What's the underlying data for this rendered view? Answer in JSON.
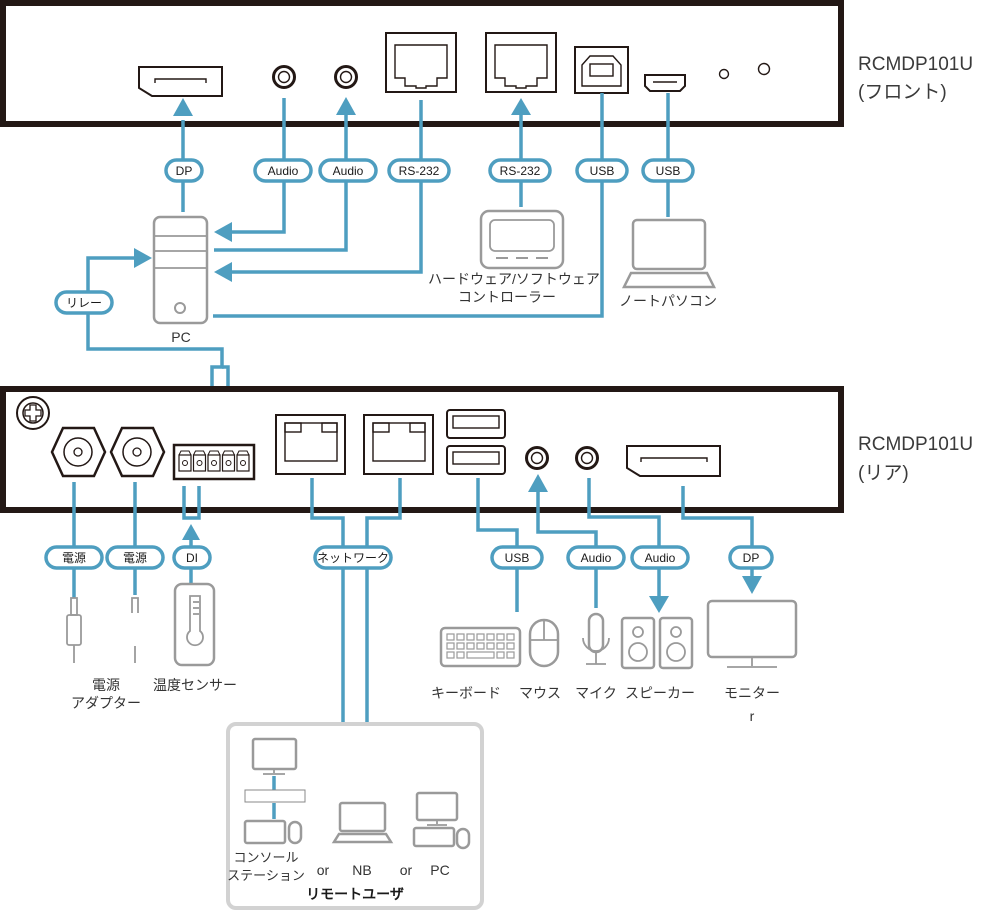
{
  "front_panel": {
    "model": "RCMDP101U",
    "side": "(フロント)",
    "ports": [
      "DisplayPort",
      "Audio",
      "Audio",
      "RS-232 RJ45",
      "RS-232 RJ45",
      "USB Type-B",
      "Micro USB",
      "LED",
      "LED"
    ]
  },
  "rear_panel": {
    "model": "RCMDP101U",
    "side": "(リア)",
    "ports": [
      "Ground",
      "Power",
      "Power",
      "Terminal block",
      "LAN",
      "LAN",
      "USB Type-A x2",
      "Audio",
      "Audio",
      "DisplayPort"
    ]
  },
  "front_links": {
    "dp": "DP",
    "audio_out": "Audio",
    "audio_in": "Audio",
    "rs232_pc": "RS-232",
    "rs232_ctrl": "RS-232",
    "usb_pc": "USB",
    "usb_nb": "USB",
    "relay": "リレー"
  },
  "front_devices": {
    "pc": "PC",
    "controller_line1": "ハードウェア/ソフトウェア",
    "controller_line2": "コントローラー",
    "notebook": "ノートパソコン"
  },
  "rear_links": {
    "power1": "電源",
    "power2": "電源",
    "di": "DI",
    "network": "ネットワーク",
    "usb": "USB",
    "audio_mic": "Audio",
    "audio_spk": "Audio",
    "dp": "DP"
  },
  "rear_devices": {
    "power_adapter_line1": "電源",
    "power_adapter_line2": "アダプター",
    "temp_sensor": "温度センサー",
    "keyboard": "キーボード",
    "mouse": "マウス",
    "mic": "マイク",
    "speaker": "スピーカー",
    "monitor_line1": "モニター",
    "monitor_line2": "r"
  },
  "remote_users": {
    "title": "リモートユーザ",
    "console_line1": "コンソール",
    "console_line2": "ステーション",
    "or1": "or",
    "nb": "NB",
    "or2": "or",
    "pc": "PC"
  },
  "colors": {
    "link": "#4e9ec0",
    "panel": "#231815",
    "device": "#9a9a9a"
  }
}
